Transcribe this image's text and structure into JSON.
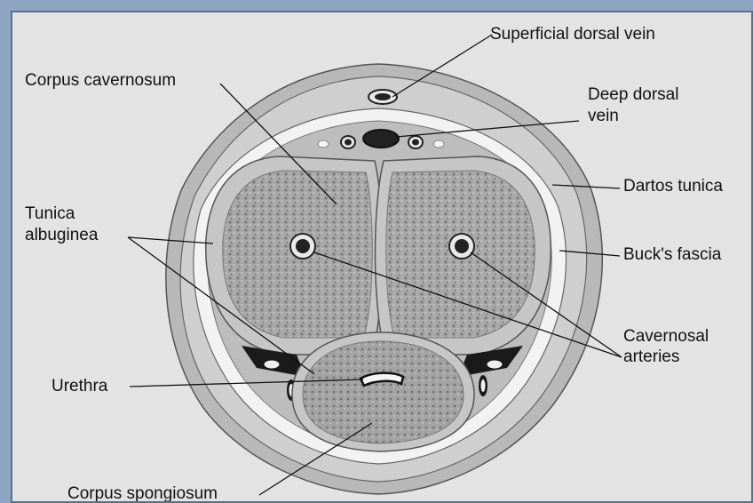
{
  "labels": {
    "superficial_dorsal_vein": "Superficial dorsal vein",
    "corpus_cavernosum": "Corpus cavernosum",
    "deep_dorsal_vein_line1": "Deep dorsal",
    "deep_dorsal_vein_line2": "vein",
    "dartos_tunica": "Dartos tunica",
    "tunica_albuginea_line1": "Tunica",
    "tunica_albuginea_line2": "albuginea",
    "bucks_fascia": "Buck's fascia",
    "cavernosal_arteries_line1": "Cavernosal",
    "cavernosal_arteries_line2": "arteries",
    "urethra": "Urethra",
    "corpus_spongiosum": "Corpus spongiosum"
  }
}
